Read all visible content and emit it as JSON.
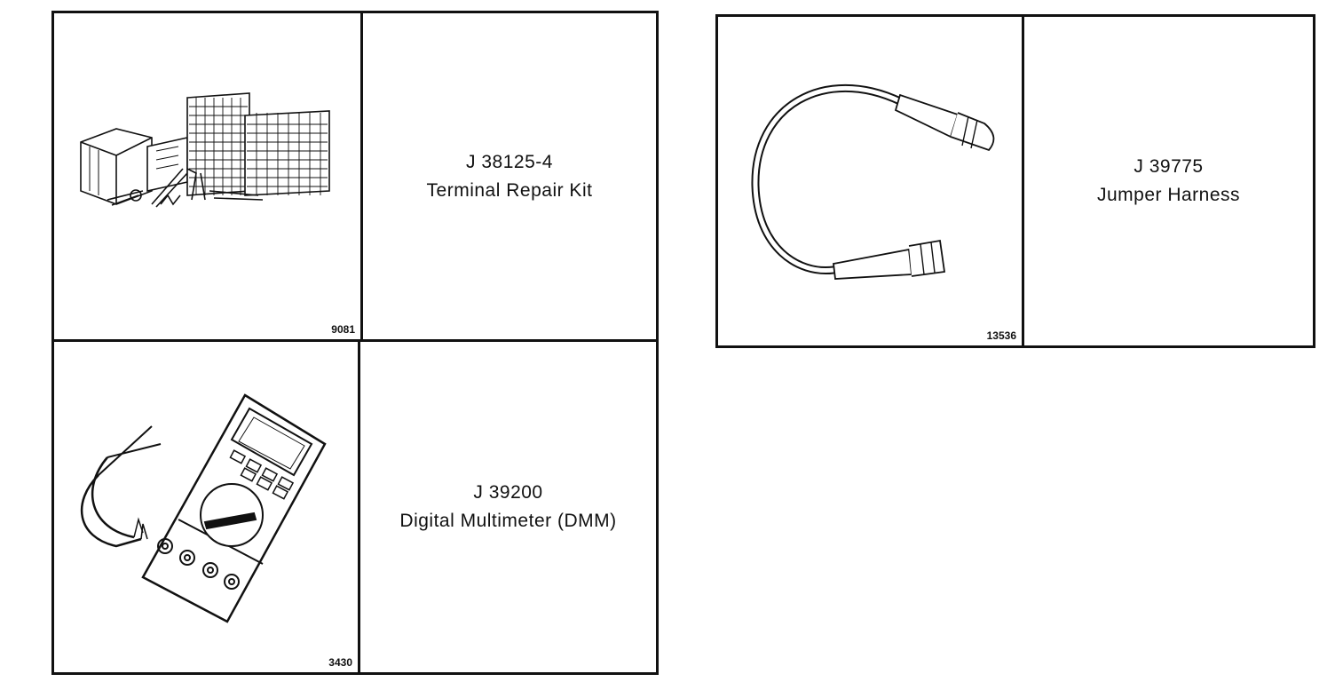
{
  "tools": [
    {
      "id": "terminal-repair-kit",
      "number": "J 38125-4",
      "name": "Terminal Repair Kit",
      "figure": "9081",
      "icon": "terminal-repair-kit-icon"
    },
    {
      "id": "digital-multimeter",
      "number": "J 39200",
      "name": "Digital Multimeter (DMM)",
      "figure": "3430",
      "icon": "digital-multimeter-icon"
    },
    {
      "id": "jumper-harness",
      "number": "J 39775",
      "name": "Jumper Harness",
      "figure": "13536",
      "icon": "jumper-harness-icon"
    }
  ]
}
